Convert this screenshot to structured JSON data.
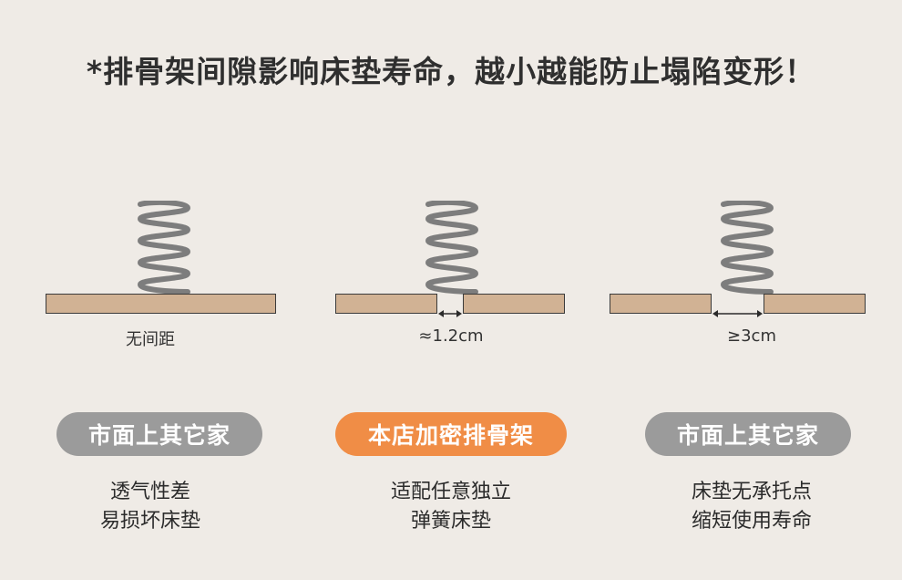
{
  "headline": "*排骨架间隙影响床垫寿命，越小越能防止塌陷变形！",
  "colors": {
    "background": "#efebe6",
    "board": "#d1b294",
    "spring": "#7d7d7d",
    "pill_gray": "#9b9b9b",
    "pill_orange": "#f08d46"
  },
  "columns": [
    {
      "gap_label": "无间距",
      "pill_label": "市面上其它家",
      "pill_style": "gray",
      "desc_line1": "透气性差",
      "desc_line2": "易损坏床垫"
    },
    {
      "gap_label": "≈1.2cm",
      "pill_label": "本店加密排骨架",
      "pill_style": "orange",
      "desc_line1": "适配任意独立",
      "desc_line2": "弹簧床垫"
    },
    {
      "gap_label": "≥3cm",
      "pill_label": "市面上其它家",
      "pill_style": "gray",
      "desc_line1": "床垫无承托点",
      "desc_line2": "缩短使用寿命"
    }
  ]
}
